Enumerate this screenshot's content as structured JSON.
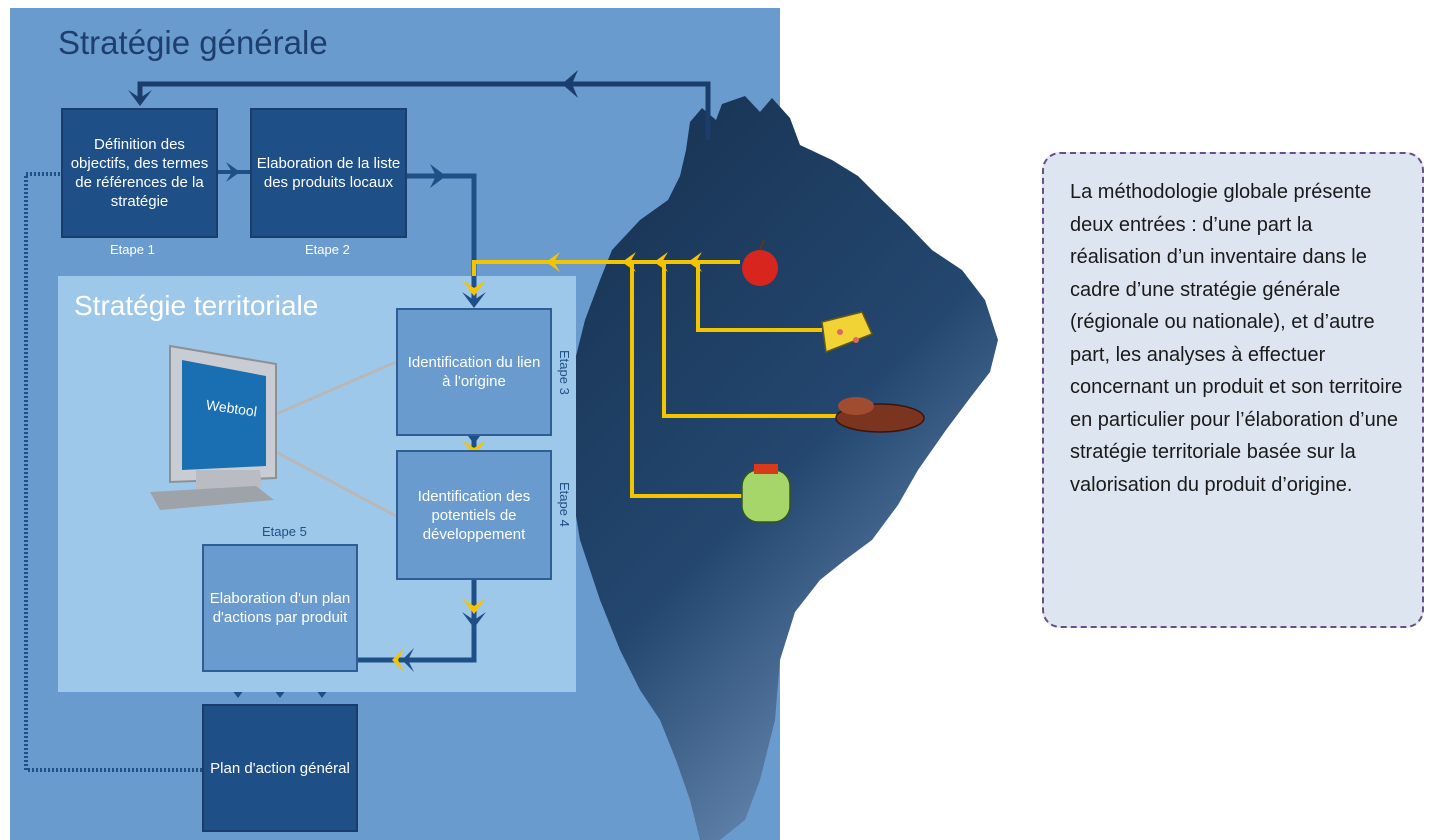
{
  "outer_title": "Stratégie générale",
  "inner_title": "Stratégie territoriale",
  "steps": {
    "step1": {
      "text": "Définition des objectifs, des termes de références de la stratégie",
      "label": "Etape 1"
    },
    "step2": {
      "text": "Elaboration de la liste des produits locaux",
      "label": "Etape 2"
    },
    "step3": {
      "text": "Identification du lien à l'origine",
      "label": "Etape 3"
    },
    "step4": {
      "text": "Identification des potentiels de développement",
      "label": "Etape 4"
    },
    "step5": {
      "text": "Elaboration d'un plan d'actions par produit",
      "label": "Etape 5"
    },
    "final": {
      "text": "Plan d'action général"
    }
  },
  "webtool_label": "Webtool",
  "note": "La méthodologie globale présente deux entrées : d’une part la réalisation d’un inventaire dans le cadre d’une stratégie générale (régionale ou nationale), et d’autre part, les analyses à effectuer concernant un produit et son territoire en particulier pour l’élaboration d’une stratégie territoriale basée sur la valorisation du produit d’origine.",
  "icons": [
    "apple-icon",
    "cheese-icon",
    "sausage-icon",
    "olive-jar-icon",
    "computer-monitor-icon"
  ],
  "colors": {
    "dark_blue": "#1f4f87",
    "medium_blue": "#6a9bcf",
    "light_blue": "#9ec8ea",
    "yellow": "#f5c400",
    "map": "#1f3f66"
  }
}
